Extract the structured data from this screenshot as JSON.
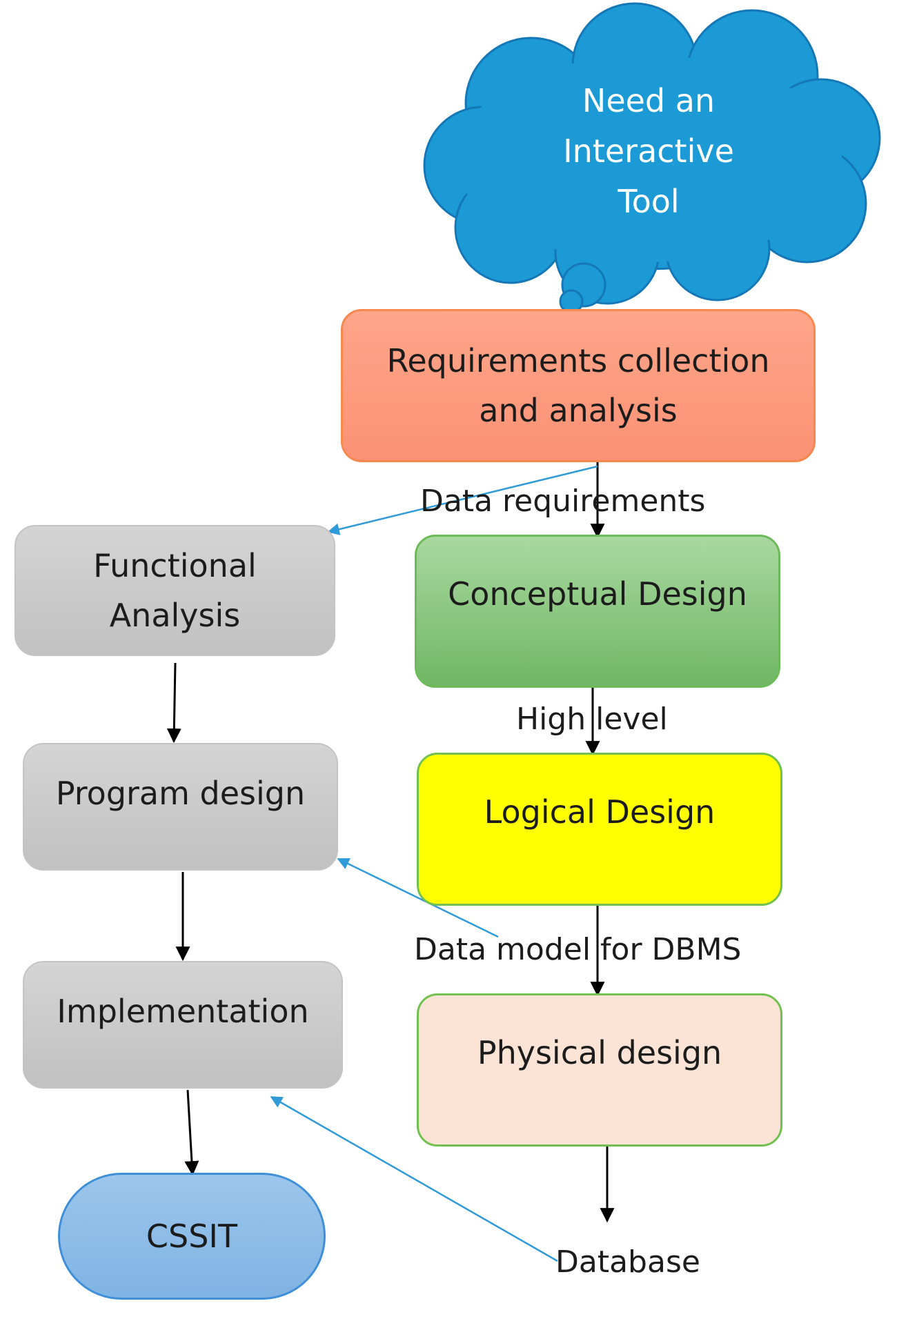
{
  "cloud": {
    "lines": [
      "Need an",
      "Interactive",
      "Tool"
    ],
    "color": "#1b9ad6"
  },
  "boxes": {
    "requirements": [
      "Requirements collection",
      "and analysis"
    ],
    "conceptual": "Conceptual Design",
    "logical": "Logical Design",
    "physical": "Physical design",
    "functional": [
      "Functional",
      "Analysis"
    ],
    "program": "Program design",
    "implementation": "Implementation",
    "cssit": "CSSIT"
  },
  "labels": {
    "data_requirements": "Data requirements",
    "high_level": "High level",
    "data_model": "Data model for DBMS",
    "database": "Database"
  },
  "colors": {
    "black_arrow": "#000000",
    "blue_arrow": "#2e9ad8",
    "requirements_fill": "#fb9b7f",
    "conceptual_fill": "#8cc680",
    "logical_fill": "#ffff00",
    "physical_fill": "#fbe3d6",
    "grey_fill": "#cacaca",
    "cssit_fill": "#8dbde8"
  }
}
